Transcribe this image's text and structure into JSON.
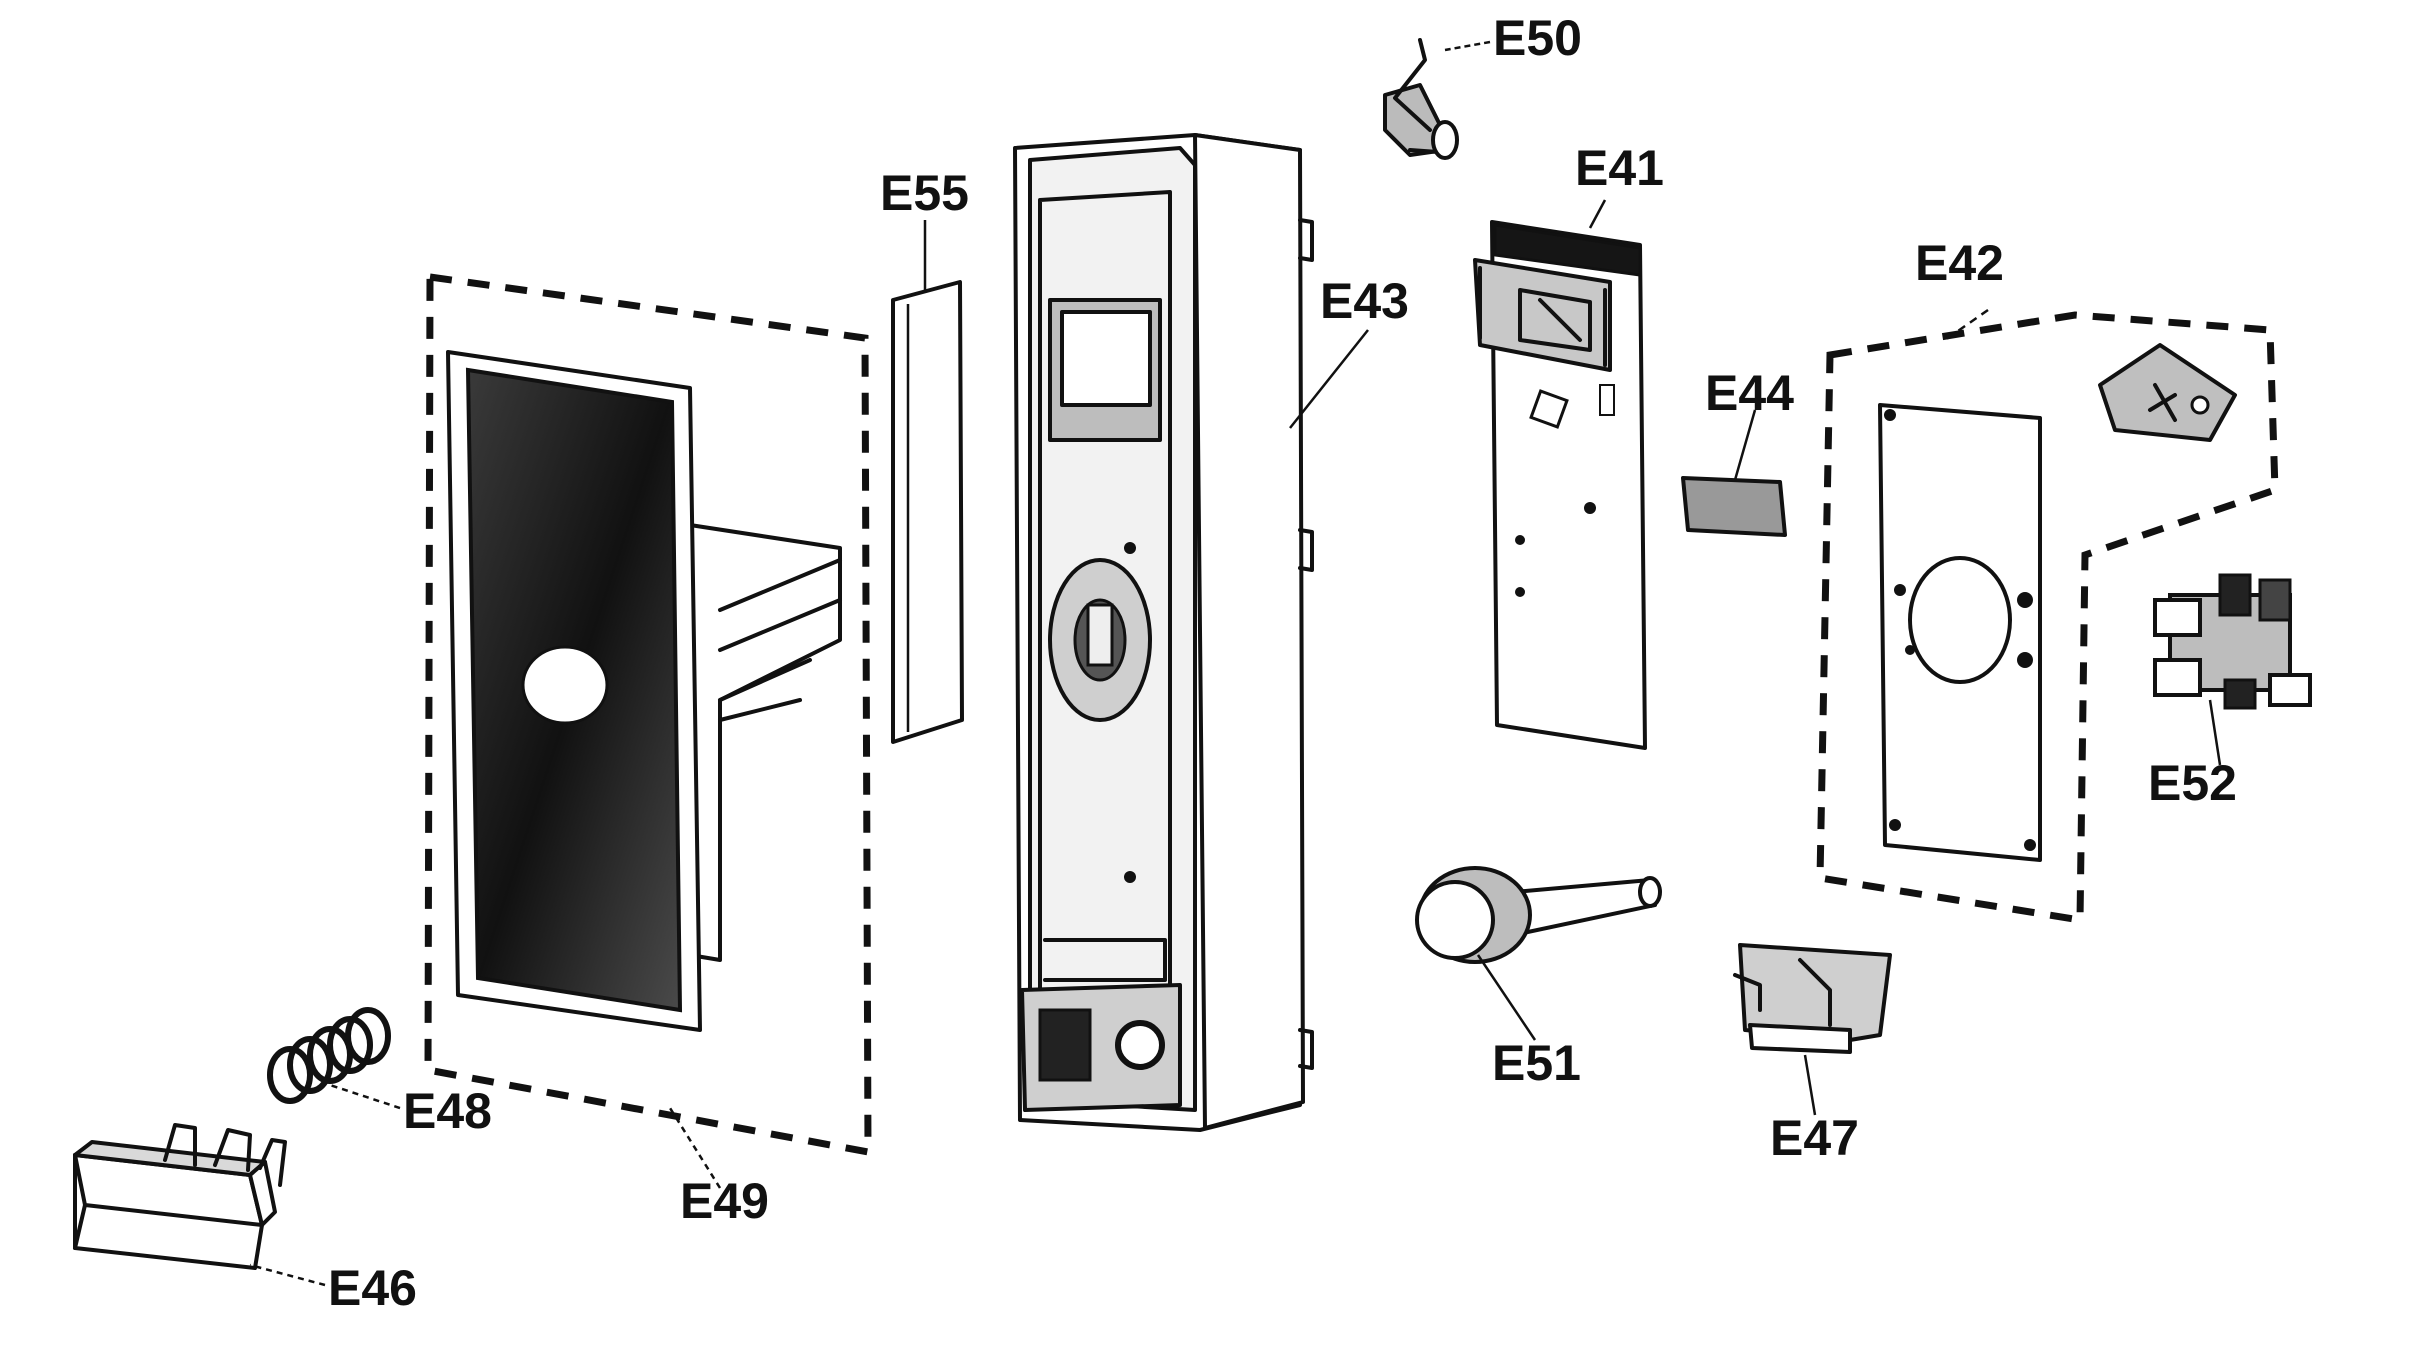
{
  "labels": {
    "e41": "E41",
    "e42": "E42",
    "e43": "E43",
    "e44": "E44",
    "e46": "E46",
    "e47": "E47",
    "e48": "E48",
    "e49": "E49",
    "e50": "E50",
    "e51": "E51",
    "e52": "E52",
    "e55": "E55"
  }
}
